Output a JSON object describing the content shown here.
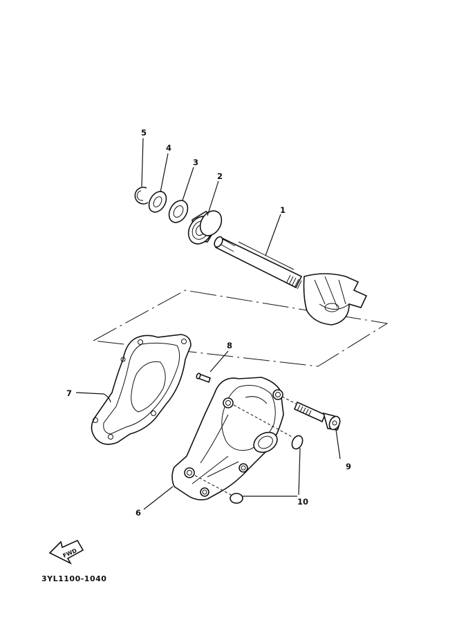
{
  "callouts": {
    "c1": "1",
    "c2": "2",
    "c3": "3",
    "c4": "4",
    "c5": "5",
    "c6": "6",
    "c7": "7",
    "c8": "8",
    "c9": "9",
    "c10": "10"
  },
  "fwd_label": "FWD",
  "diagram_code": "3YL1100-1040"
}
